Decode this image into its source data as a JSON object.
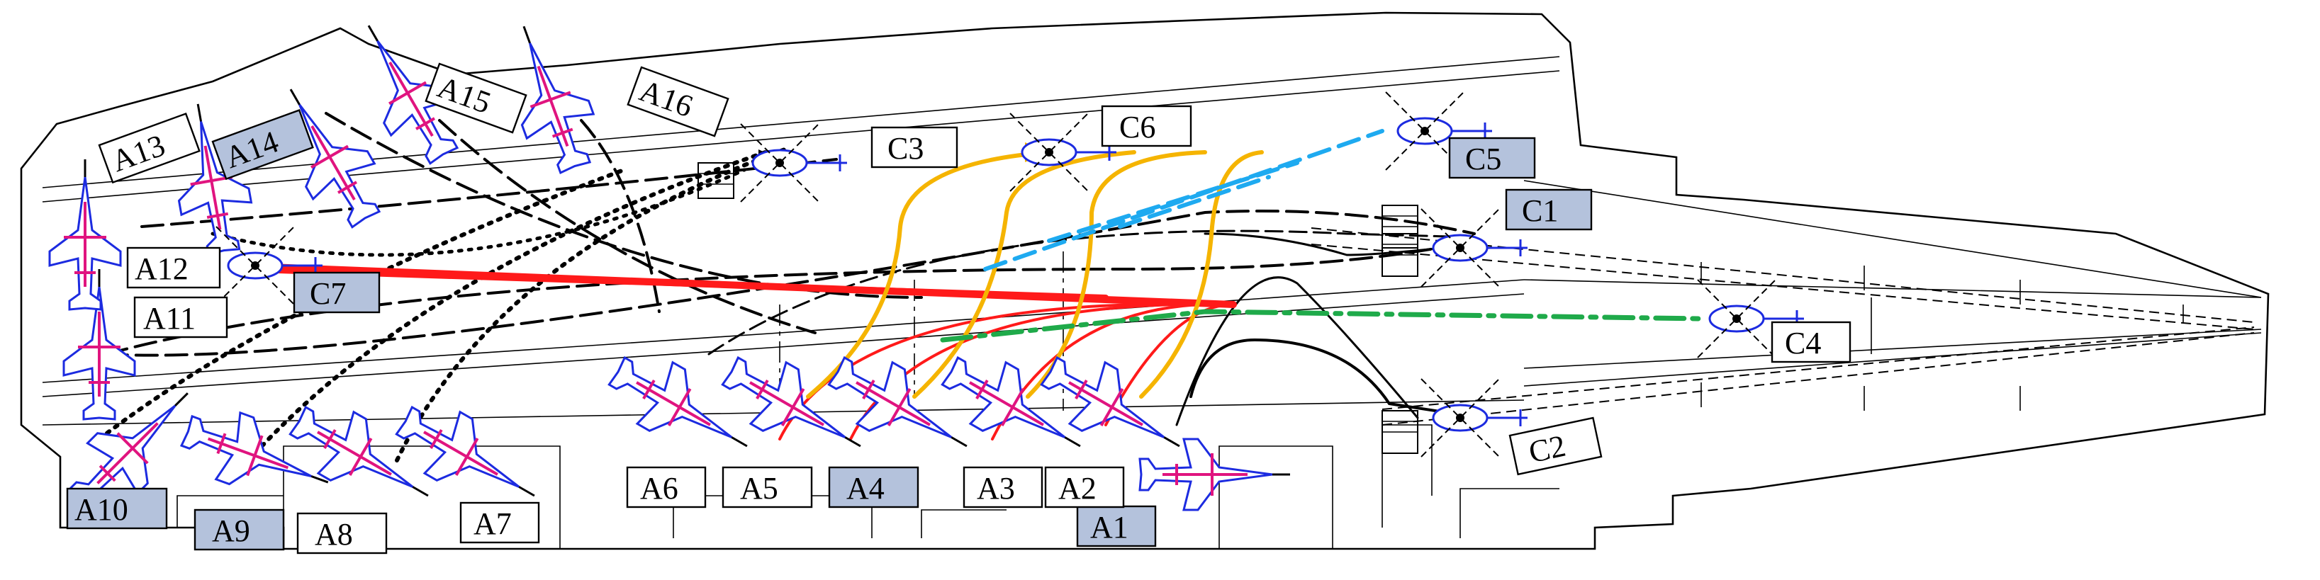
{
  "colors": {
    "hull_stroke": "#000000",
    "label_fill_plain": "#ffffff",
    "label_fill_shaded": "#b4c2dc",
    "route_black": "#000000",
    "route_red": "#ff1a1a",
    "route_orange": "#f5b400",
    "route_cyan": "#1eaaf0",
    "route_green": "#1faa4a",
    "aircraft_outline": "#1c2be0",
    "aircraft_accent": "#e0147f"
  },
  "labels": {
    "A1": "A1",
    "A2": "A2",
    "A3": "A3",
    "A4": "A4",
    "A5": "A5",
    "A6": "A6",
    "A7": "A7",
    "A8": "A8",
    "A9": "A9",
    "A10": "A10",
    "A11": "A11",
    "A12": "A12",
    "A13": "A13",
    "A14": "A14",
    "A15": "A15",
    "A16": "A16",
    "C1": "C1",
    "C2": "C2",
    "C3": "C3",
    "C4": "C4",
    "C5": "C5",
    "C6": "C6",
    "C7": "C7"
  }
}
